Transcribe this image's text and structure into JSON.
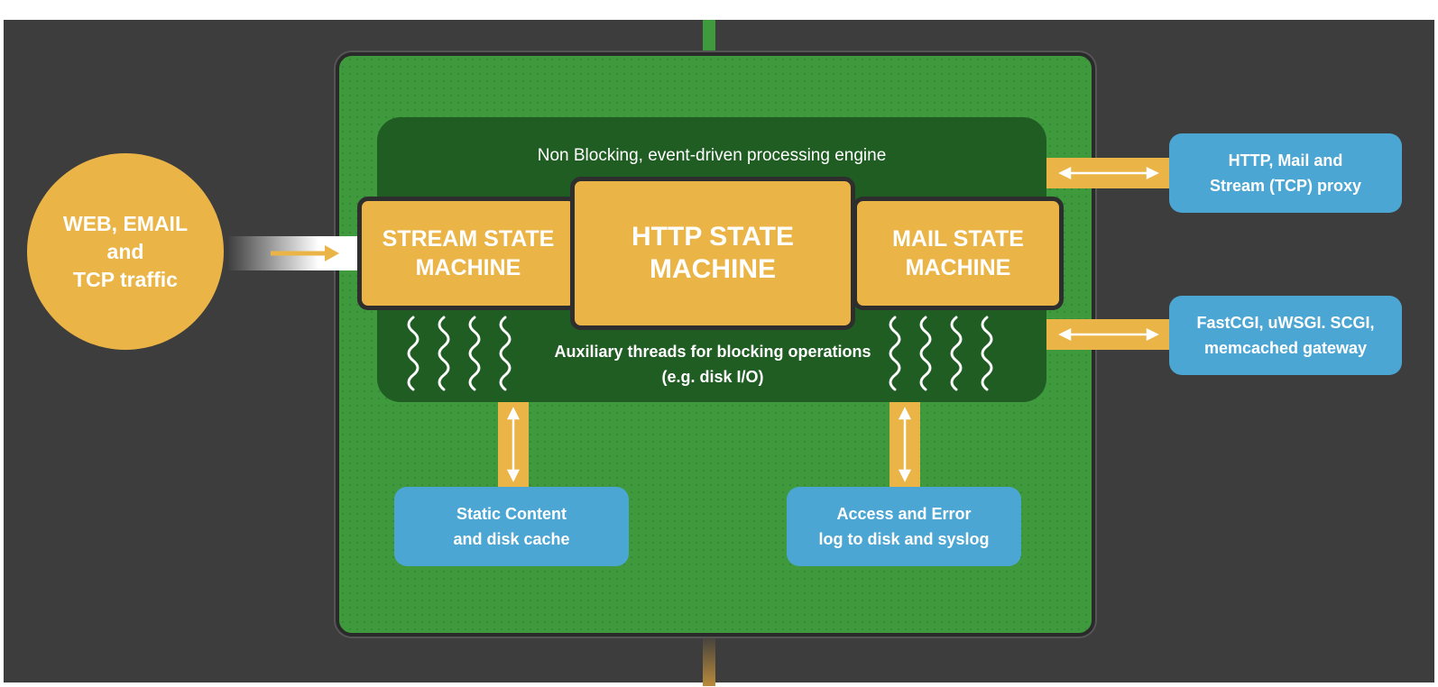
{
  "diagram": {
    "engine_label": "Non Blocking, event-driven processing engine",
    "aux_label": "Auxiliary threads for blocking operations\n(e.g. disk I/O)",
    "traffic": "WEB, EMAIL\nand\nTCP traffic",
    "state_machines": {
      "stream": "STREAM STATE\nMACHINE",
      "http": "HTTP STATE\nMACHINE",
      "mail": "MAIL STATE\nMACHINE"
    },
    "external": {
      "proxy": "HTTP, Mail and\nStream (TCP) proxy",
      "gateway": "FastCGI, uWSGI. SCGI,\nmemcached gateway",
      "static": "Static Content\nand disk cache",
      "log": "Access and Error\nlog to disk and syslog"
    }
  },
  "colors": {
    "background": "#3d3d3d",
    "engine_green": "#3f9a3e",
    "inner_dark_green": "#1f5d23",
    "accent_yellow": "#eab446",
    "info_blue": "#4ba6d3"
  }
}
